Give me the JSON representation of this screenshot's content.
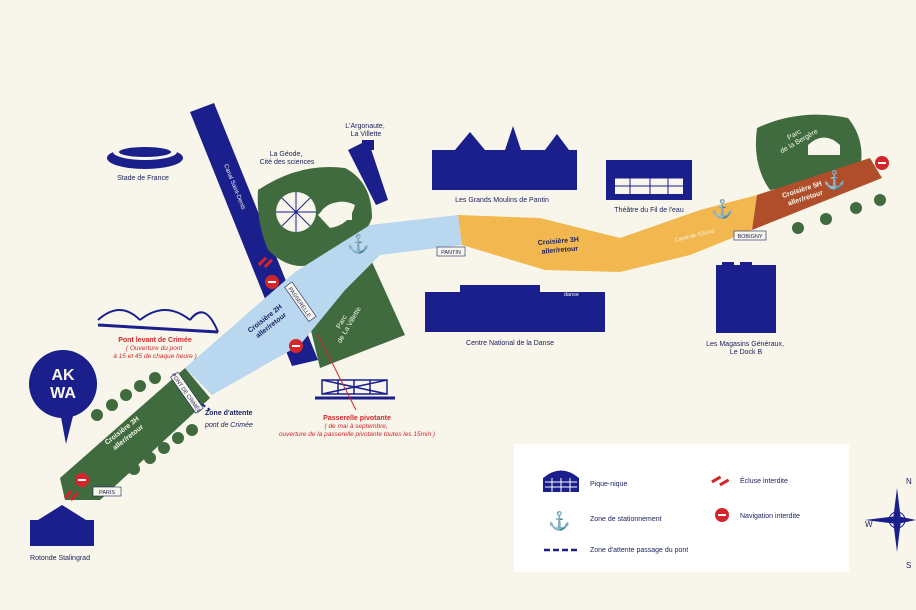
{
  "logo": {
    "line1": "AK",
    "line2": "WA"
  },
  "places": {
    "stade": "Stade de France",
    "geode_1": "La Géode,",
    "geode_2": "Cité des sciences",
    "argonaute_1": "L'Argonaute,",
    "argonaute_2": "La Villette",
    "moulins": "Les Grands Moulins de Pantin",
    "theatre": "Théâtre du Fil de l'eau",
    "bergere_1": "Parc",
    "bergere_2": "de la Bergère",
    "danse": "Centre National de la Danse",
    "magasins_1": "Les Magasins Généraux,",
    "magasins_2": "Le Dock B",
    "villette_1": "Parc",
    "villette_2": "de La Villette",
    "rotonde": "Rotonde Stalingrad",
    "canal_sd": "Canal Saint-Denis",
    "canal_ourcq": "Canal de l'Ourcq",
    "danse_sign": "danse"
  },
  "signs": {
    "pantin": "PANTIN",
    "bobigny": "BOBIGNY",
    "paris": "PARIS",
    "passerelle": "PASSERELLE",
    "crimee": "PONT DE CRIMÉE"
  },
  "cruises": {
    "c1_1": "Croisière 3H",
    "c1_2": "aller/retour",
    "c2_1": "Croisière 2H",
    "c2_2": "aller/retour",
    "c3_1": "Croisière 3H",
    "c3_2": "aller/retour",
    "c4_1": "Croisière 5H",
    "c4_2": "aller/retour"
  },
  "annotations": {
    "pont_1": "Pont levant de Crimée",
    "pont_2": "( Ouverture du pont",
    "pont_3": "à 15 et 45 de chaque heure )",
    "attente_1": "Zone d'attente",
    "attente_2": "pont de Crimée",
    "pass_1": "Passerelle pivotante",
    "pass_2": "( de mai à septembre,",
    "pass_3": "ouverture de la passerelle pivotante toutes les 15min )"
  },
  "legend": {
    "picnic": "Pique-nique",
    "parking": "Zone de stationnement",
    "waiting": "Zone d'attente passage du pont",
    "lock": "Écluse interdite",
    "noentry": "Navigation interdite"
  },
  "compass": {
    "n": "N",
    "w": "W",
    "s": "S"
  },
  "colors": {
    "navy": "#1a1f8c",
    "green": "#3f6b3f",
    "lightblue": "#b9d7ee",
    "orange": "#f2b84f",
    "brown": "#b04e2b",
    "red": "#d3262b",
    "cream": "#f8f6ea"
  }
}
